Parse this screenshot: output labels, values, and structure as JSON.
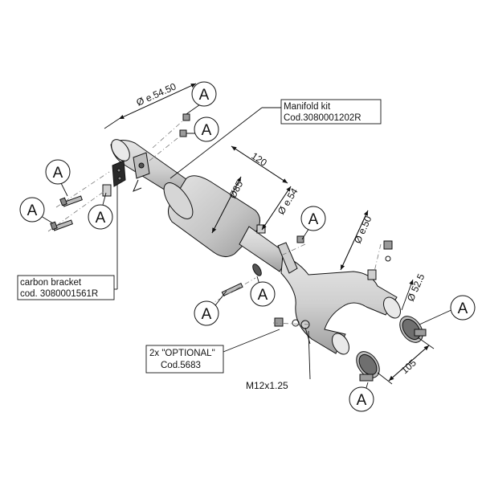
{
  "callout_letter": "A",
  "labels": {
    "manifold_title": "Manifold kit",
    "manifold_code": "Cod.3080001202R",
    "bracket_title": "carbon bracket",
    "bracket_code": "cod. 3080001561R",
    "optional_title": "2x \"OPTIONAL\"",
    "optional_code": "Cod.5683",
    "thread": "M12x1.25"
  },
  "dimensions": {
    "inlet_diameter": "Ø e.54.50",
    "length_120": "120",
    "diameter_85": "Ø85",
    "diameter_e54": "Ø e.54",
    "diameter_e50": "Ø e.50",
    "diameter_52_5": "Ø 52.5",
    "length_105": "105"
  },
  "colors": {
    "line": "#111111",
    "part_fill": "#d9d9d9",
    "part_shade": "#a8a8a8"
  }
}
